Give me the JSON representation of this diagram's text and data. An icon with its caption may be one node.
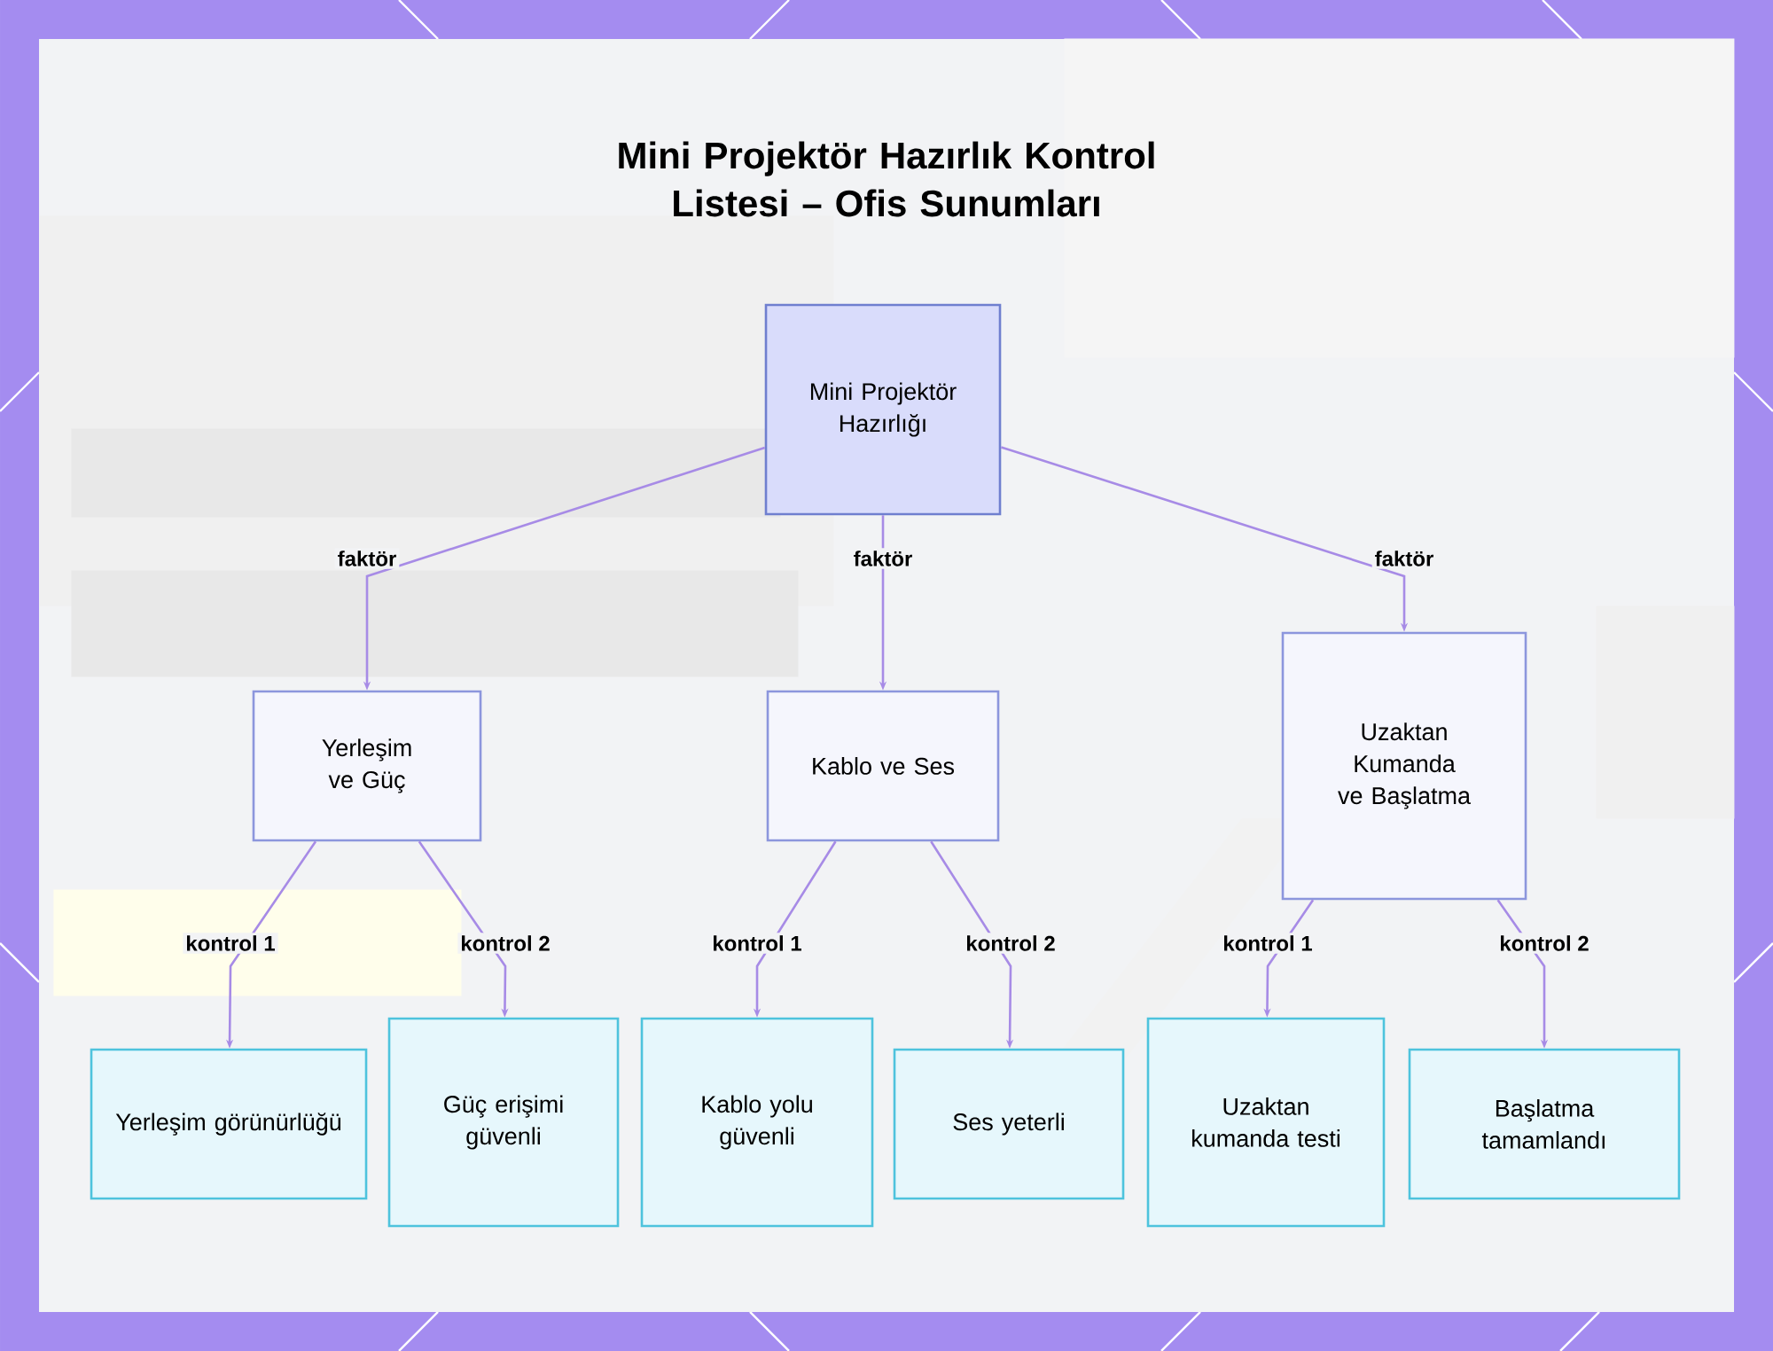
{
  "diagram": {
    "title": "Mini Projektör Hazırlık Kontrol Listesi – Ofis Sunumları",
    "nodes": [
      {
        "text": [
          "Mini Projektör Hazırlığı"
        ]
      },
      {
        "text": [
          "Yerleşim ve Güç"
        ]
      },
      {
        "text": [
          "Kablo ve Ses"
        ]
      },
      {
        "text": [
          "Uzaktan Kumanda ve Başlatma"
        ]
      },
      {
        "text": [
          "Yerleşim görünürlüğü"
        ]
      },
      {
        "text": [
          "Güç erişimi güvenli"
        ]
      },
      {
        "text": [
          "Kablo yolu güvenli"
        ]
      },
      {
        "text": [
          "Ses yeterli"
        ]
      },
      {
        "text": [
          "Uzaktan kumanda testi"
        ]
      },
      {
        "text": [
          "Başlatma tamamlandı"
        ]
      }
    ],
    "edges": [
      {
        "from": 0,
        "to": 1,
        "arrow": "to",
        "label": "faktör"
      },
      {
        "from": 0,
        "to": 2,
        "arrow": "to",
        "label": "faktör"
      },
      {
        "from": 0,
        "to": 3,
        "arrow": "to",
        "label": "faktör"
      },
      {
        "from": 1,
        "to": 4,
        "arrow": "to",
        "label": "kontrol 1"
      },
      {
        "from": 1,
        "to": 5,
        "arrow": "to",
        "label": "kontrol 2"
      },
      {
        "from": 2,
        "to": 6,
        "arrow": "to",
        "label": "kontrol 1"
      },
      {
        "from": 2,
        "to": 7,
        "arrow": "to",
        "label": "kontrol 2"
      },
      {
        "from": 3,
        "to": 8,
        "arrow": "to",
        "label": "kontrol 1"
      },
      {
        "from": 3,
        "to": 9,
        "arrow": "to",
        "label": "kontrol 2"
      }
    ]
  }
}
